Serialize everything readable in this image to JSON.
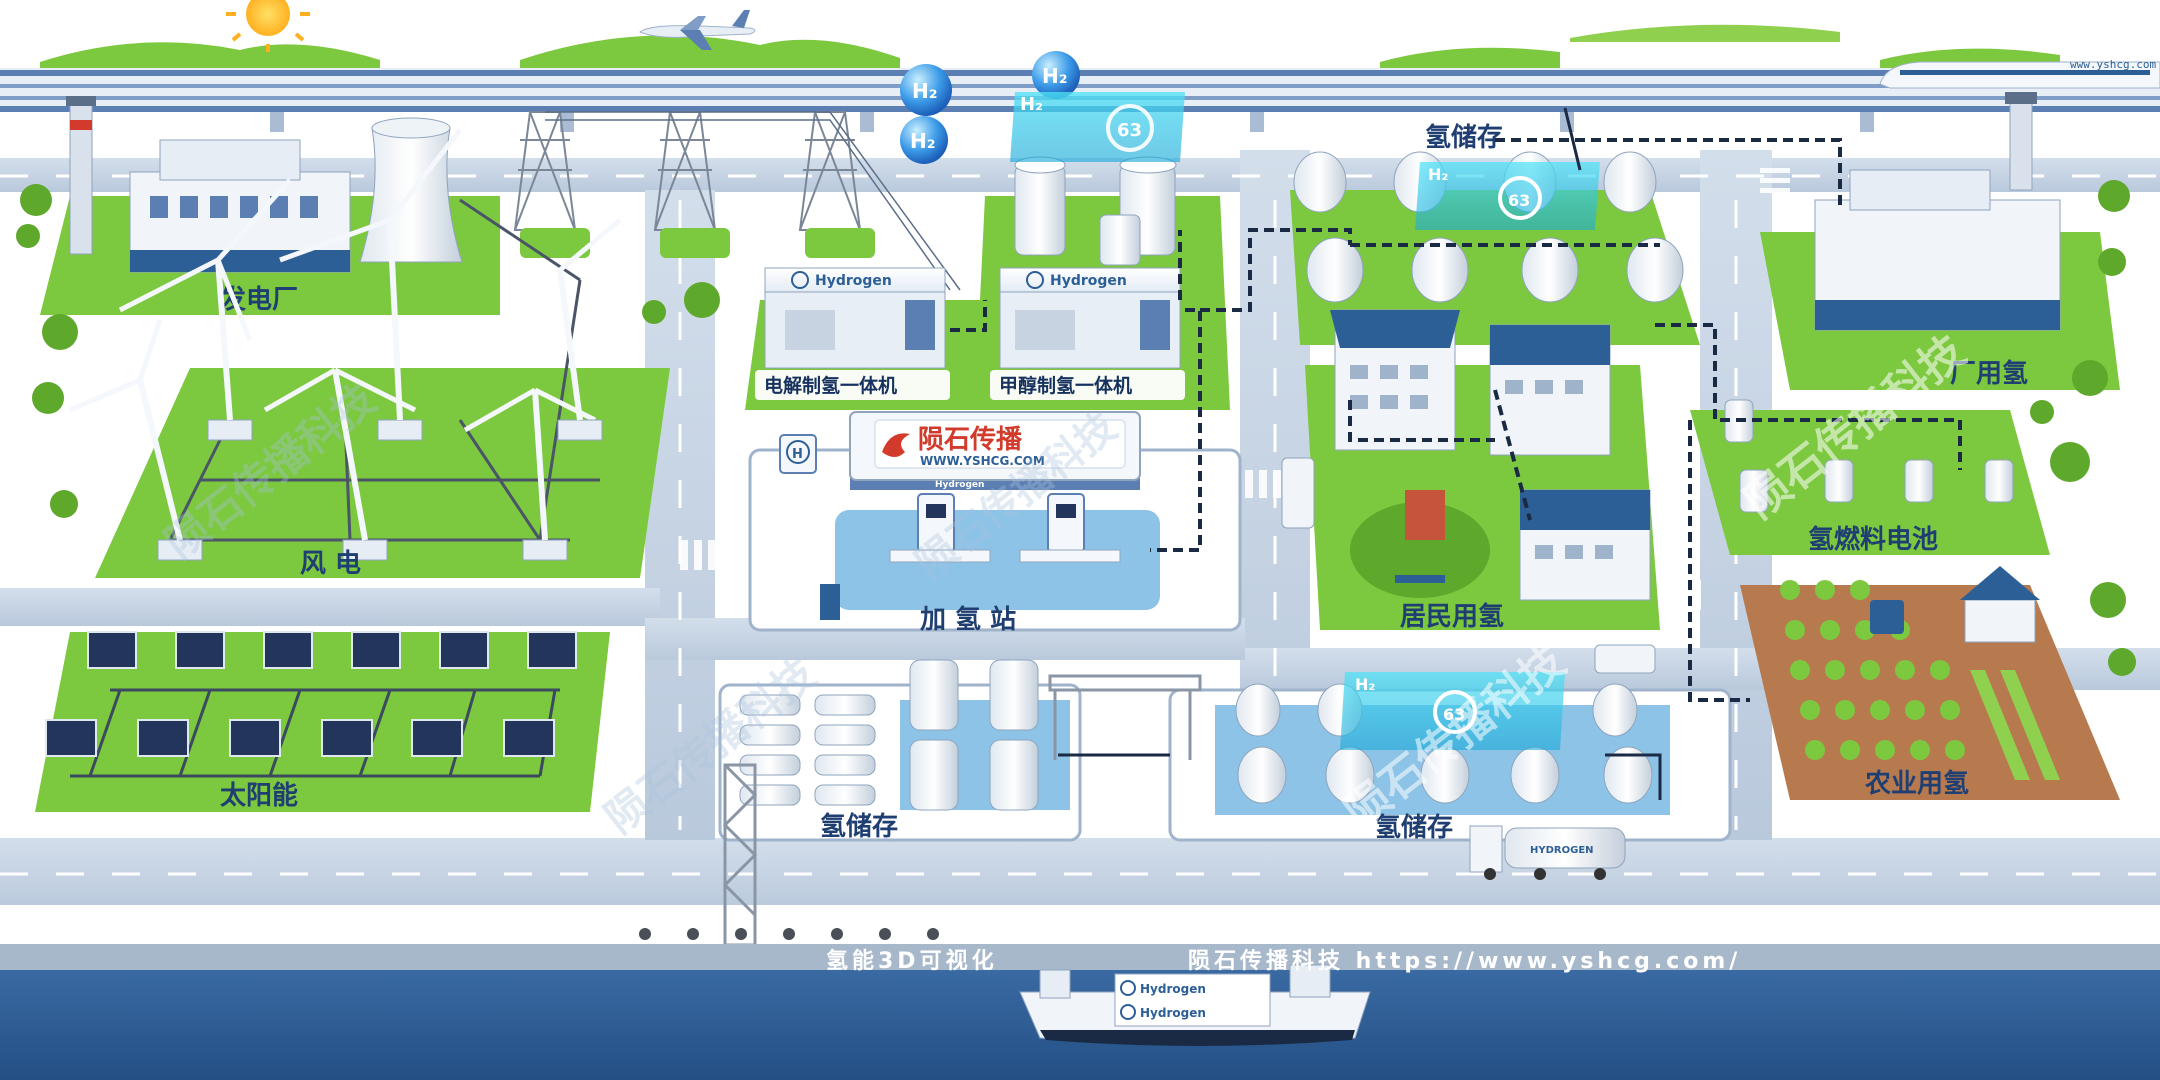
{
  "colors": {
    "sky": "#ffffff",
    "grass": "#7cc83f",
    "grass_dark": "#5ea92b",
    "road": "#c5d3e4",
    "road_edge": "#9fb3cb",
    "rail": "#5b7fb3",
    "water": "#2d5f97",
    "label": "#1f3f73",
    "brand_red": "#d23b2c",
    "holo": "#37d8f0",
    "field": "#b77a4f"
  },
  "zones": {
    "power_plant": "发电厂",
    "wind": "风 电",
    "solar": "太阳能",
    "electrolysis": "电解制氢一体机",
    "methanol": "甲醇制氢一体机",
    "station": "加 氢 站",
    "storage_top": "氢储存",
    "storage_bottom_left": "氢储存",
    "storage_bottom_right": "氢储存",
    "residential": "居民用氢",
    "factory": "厂用氢",
    "fuel_cell": "氢燃料电池",
    "agriculture": "农业用氢"
  },
  "hydrogen_panel_label": "Hydrogen",
  "h2_symbol": "H₂",
  "h2_badge": "H",
  "holo_value": "63",
  "station_brand": {
    "name": "陨石传播",
    "url": "WWW.YSHCG.COM",
    "canopy_text": "Hydrogen"
  },
  "factory_url": "www.yshcg.com",
  "train_url": "www.yshcg.com",
  "ship_labels": [
    "Hydrogen",
    "Hydrogen"
  ],
  "truck_label": "HYDROGEN",
  "footer": {
    "title": "氢能3D可视化",
    "credit": "陨石传播科技  https://www.yshcg.com/"
  },
  "watermark": "陨石传播科技"
}
